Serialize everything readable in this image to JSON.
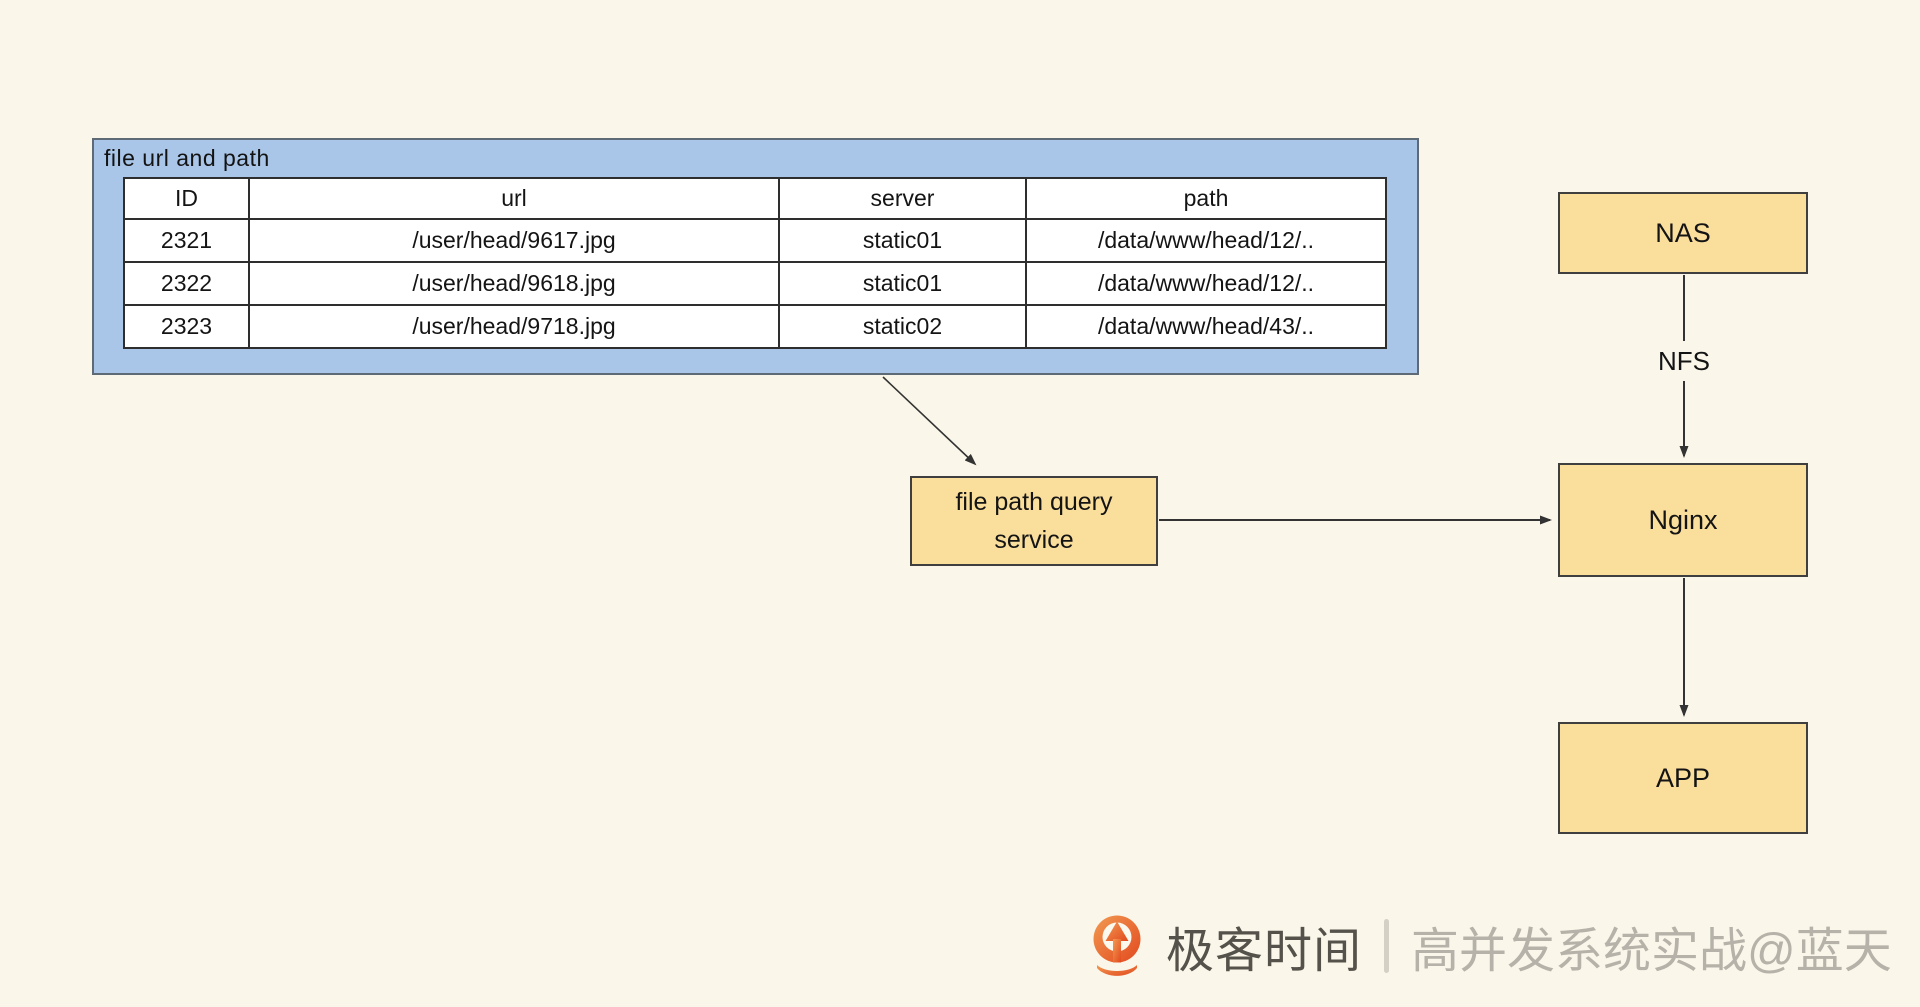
{
  "page": {
    "background": "#FAF7EA"
  },
  "table_panel": {
    "title": "file url and path",
    "panel_color": "#A9C6E8",
    "columns": [
      "ID",
      "url",
      "server",
      "path"
    ],
    "rows": [
      [
        "2321",
        "/user/head/9617.jpg",
        "static01",
        "/data/www/head/12/.."
      ],
      [
        "2322",
        "/user/head/9618.jpg",
        "static01",
        "/data/www/head/12/.."
      ],
      [
        "2323",
        "/user/head/9718.jpg",
        "static02",
        "/data/www/head/43/.."
      ]
    ]
  },
  "nodes": {
    "fill_color": "#FADE9C",
    "query_service": {
      "line1": "file path query",
      "line2": "service"
    },
    "nas": {
      "label": "NAS"
    },
    "nginx": {
      "label": "Nginx"
    },
    "app": {
      "label": "APP"
    }
  },
  "edges": {
    "nas_to_nginx_label": "NFS",
    "line_color": "#333333"
  },
  "footer": {
    "brand": "极客时间",
    "separator": "|",
    "caption": "高并发系统实战@蓝天",
    "brand_color": "#55514B",
    "caption_color": "#B6B2A9",
    "logo_orange_light": "#F29A52",
    "logo_orange_dark": "#E2491E"
  }
}
